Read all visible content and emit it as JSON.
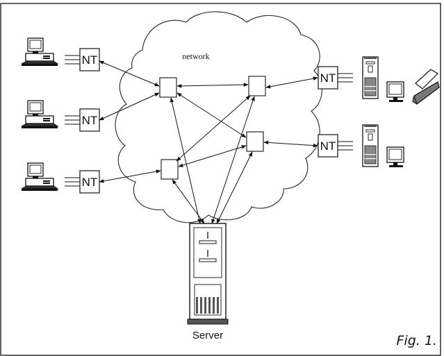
{
  "diagram": {
    "network_label": "network",
    "terminal_label": "NT",
    "server_label": "Server",
    "caption": "Fig. 1."
  }
}
